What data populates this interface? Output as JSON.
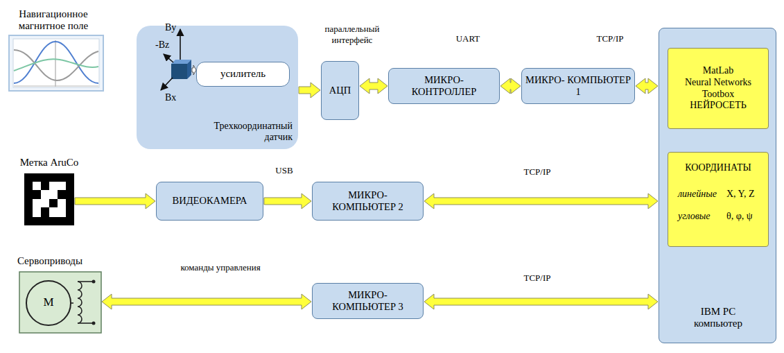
{
  "diagram": {
    "nodes": [
      {
        "text": [
          "Навигационное магнитное поле"
        ]
      },
      {
        "text": [
          "Трехкоординатный датчик"
        ]
      },
      {
        "text": [
          "усилитель"
        ],
        "in": 1
      },
      {
        "text": [
          "АЦП"
        ]
      },
      {
        "text": [
          "МИКРО- КОНТРОЛЛЕР"
        ]
      },
      {
        "text": [
          "МИКРО- КОМПЬЮТЕР 1"
        ]
      },
      {
        "text": [
          "IBM PC компьютер"
        ]
      },
      {
        "text": [
          "MatLab",
          "Neural Networks",
          "Tootbox",
          "НЕЙРОСЕТЬ"
        ],
        "in": 6
      },
      {
        "text": [
          "КООРДИНАТЫ",
          "линейные",
          "X, Y, Z",
          "угловые",
          "θ, φ, ψ"
        ],
        "in": 6
      },
      {
        "text": [
          "Метка AruCo"
        ]
      },
      {
        "text": [
          "ВИДЕОКАМЕРА"
        ]
      },
      {
        "text": [
          "МИКРО- КОМПЬЮТЕР 2"
        ]
      },
      {
        "text": [
          "Сервоприводы",
          "M"
        ]
      },
      {
        "text": [
          "МИКРО- КОМПЬЮТЕР 3"
        ]
      }
    ],
    "edges": [
      {
        "from": 1,
        "to": 3,
        "arrow": "to"
      },
      {
        "from": 3,
        "to": 4,
        "label": "параллельный интерфейс",
        "arrow": "both"
      },
      {
        "from": 4,
        "to": 5,
        "label": "UART",
        "arrow": "both"
      },
      {
        "from": 5,
        "to": 6,
        "label": "TCP/IP",
        "arrow": "both"
      },
      {
        "from": 9,
        "to": 10,
        "arrow": "to"
      },
      {
        "from": 10,
        "to": 11,
        "label": "USB",
        "arrow": "to"
      },
      {
        "from": 11,
        "to": 6,
        "label": "TCP/IP",
        "arrow": "both"
      },
      {
        "from": 12,
        "to": 13,
        "label": "команды управления",
        "arrow": "both"
      },
      {
        "from": 13,
        "to": 6,
        "label": "TCP/IP",
        "arrow": "both"
      }
    ],
    "labels": [
      "By",
      "-Bz",
      "Bx"
    ]
  }
}
